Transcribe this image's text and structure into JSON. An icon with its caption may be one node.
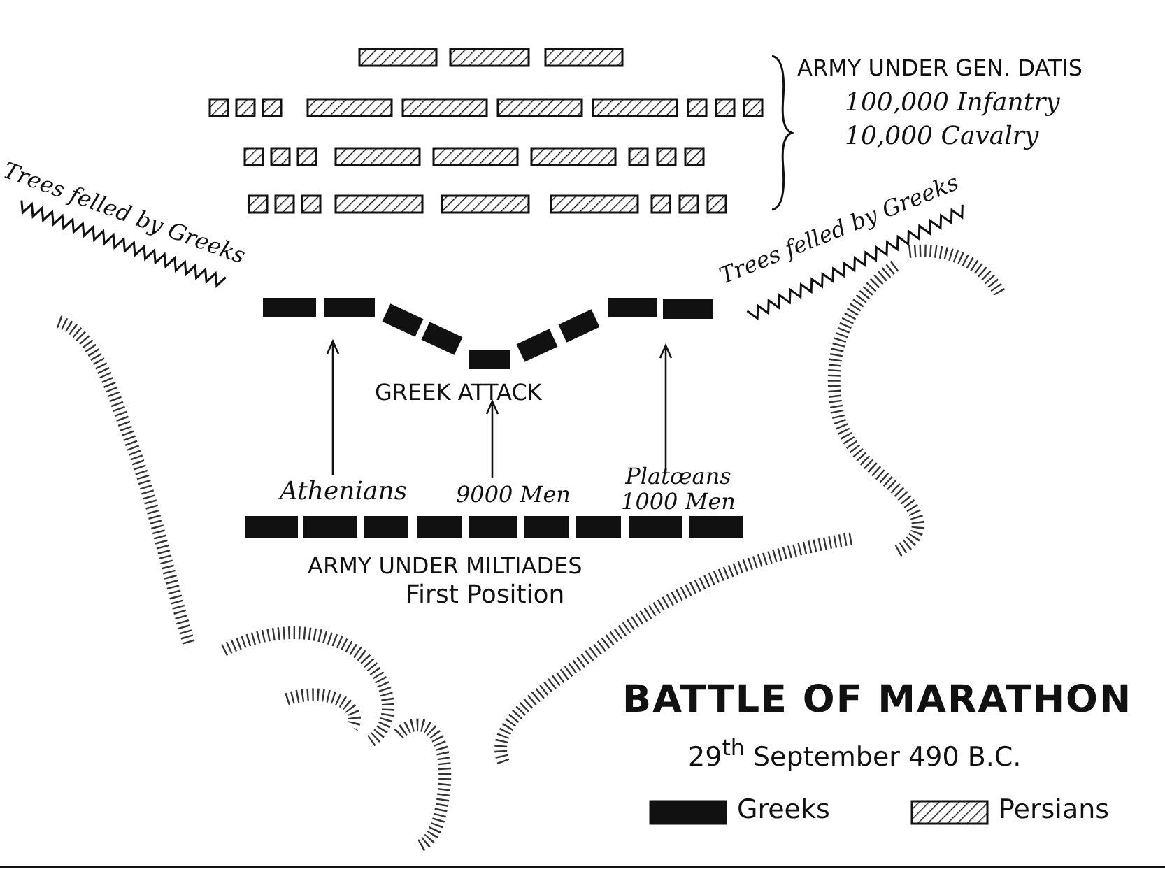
{
  "diagram": {
    "title": "BATTLE OF MARATHON",
    "caption": "29$^{th}$ September 490 B.C.",
    "labels": [
      "ARMY UNDER GEN. DATIS",
      "100,000 Infantry",
      "10,000 Cavalry",
      "Trees felled by Greeks",
      "Trees felled by Greeks",
      "GREEK ATTACK",
      "Athenians",
      "9000 Men",
      "Platœans 1000 Men",
      "ARMY UNDER MILTIADES",
      "First Position"
    ],
    "legend": [
      {
        "text": "Greeks",
        "color": "#111111"
      },
      {
        "text": "Persians"
      }
    ]
  }
}
